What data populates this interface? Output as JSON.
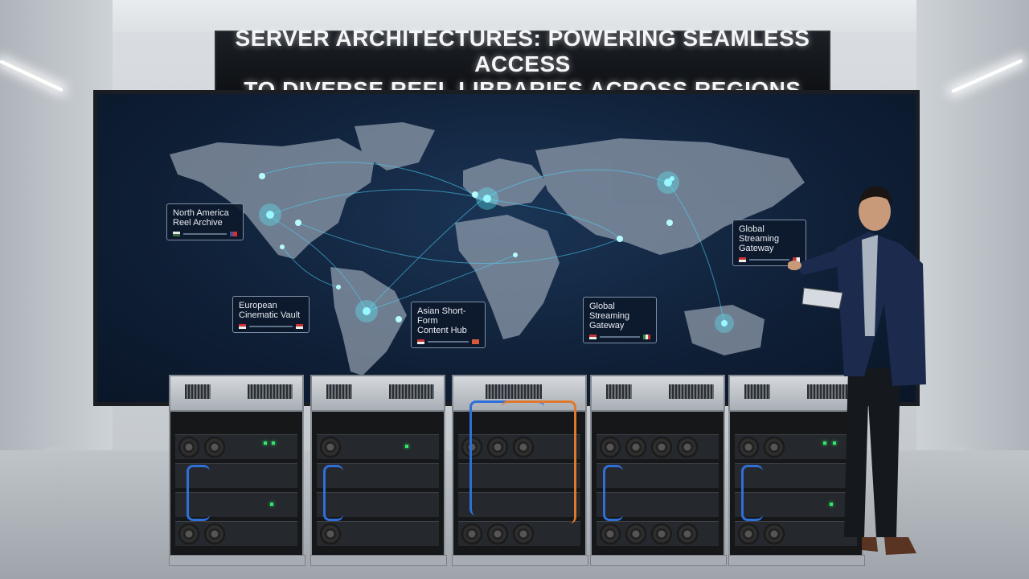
{
  "banner": {
    "line1": "SERVER ARCHITECTURES: POWERING SEAMLESS ACCESS",
    "line2": "TO DIVERSE REEL LIBRARIES ACROSS REGIONS"
  },
  "map_labels": [
    {
      "id": "na",
      "line1": "North America",
      "line2": "Reel Archive"
    },
    {
      "id": "eu",
      "line1": "European",
      "line2": "Cinematic Vault"
    },
    {
      "id": "asia",
      "line1": "Asian Short-Form",
      "line2": "Content Hub"
    },
    {
      "id": "gsg1",
      "line1": "Global Streaming",
      "line2": "Gateway"
    },
    {
      "id": "gsg2",
      "line1": "Global Streaming",
      "line2": "Gateway"
    }
  ],
  "colors": {
    "screen_bg": "#0f1f36",
    "node_glow": "#5ff0ff",
    "land": "#8e9bab",
    "cable_blue": "#2f6fd8",
    "cable_orange": "#e0782e",
    "led_green": "#32e66b",
    "suit": "#1b2a4d"
  }
}
